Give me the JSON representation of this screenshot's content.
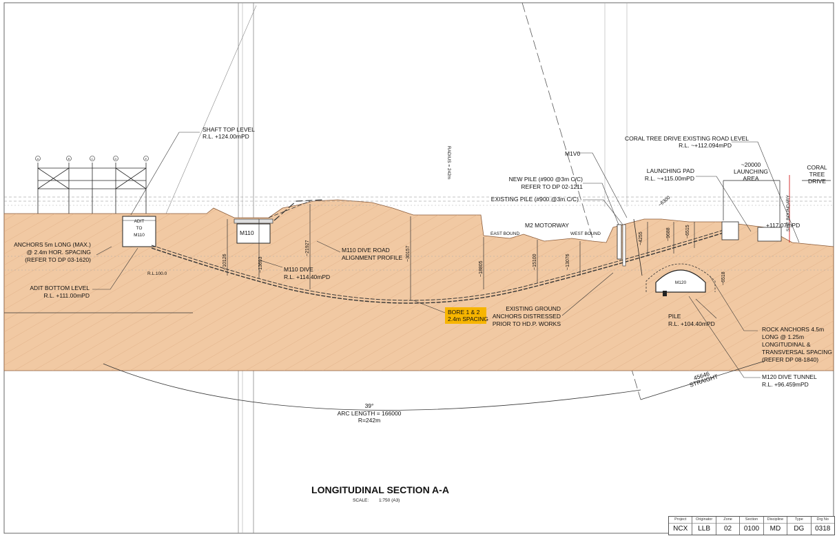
{
  "drawing": {
    "title": "LONGITUDINAL SECTION A-A",
    "scale_label": "SCALE:",
    "scale_value": "1:750 (A3)"
  },
  "labels": {
    "shaft_top": [
      "SHAFT TOP LEVEL",
      "R.L. +124.00mPD"
    ],
    "adit": [
      "ADIT",
      "TO",
      "M110"
    ],
    "anchors": [
      "ANCHORS 5m LONG (MAX.)",
      "@ 2.4m HOR. SPACING",
      "(REFER TO DP 03-1620)"
    ],
    "adit_bottom": [
      "ADIT BOTTOM LEVEL",
      "R.L. +111.00mPD"
    ],
    "rl100": "R.L.100.0",
    "m110": "M110",
    "m110_dive": [
      "M110 DIVE",
      "R.L. +114.40mPD"
    ],
    "m110_profile": [
      "M110 DIVE ROAD",
      "ALIGNMENT PROFILE"
    ],
    "radius": "RADIUS = 242m",
    "bore": [
      "BORE 1 & 2",
      "2.4m SPACING"
    ],
    "m2": "M2 MOTORWAY",
    "east_bound": "EAST BOUND",
    "west_bound": "WEST BOUND",
    "existing_anchors": [
      "EXISTING GROUND",
      "ANCHORS DISTRESSED",
      "PRIOR TO HD.P. WORKS"
    ],
    "m1v0": "M1V0",
    "new_pile": [
      "NEW PILE (#900 @3m C/C)",
      "REFER TO DP 02-1211"
    ],
    "existing_pile": "EXISTING PILE (#900 @3m C/C)",
    "coral": [
      "CORAL TREE DRIVE EXISTING ROAD LEVEL",
      "R.L. ~+112.094mPD"
    ],
    "launch_pad": [
      "LAUNCHING PAD",
      "R.L. ~+115.00mPD"
    ],
    "launch_area": [
      "~20000",
      "LAUNCHING",
      "AREA"
    ],
    "site_boundary": "SITE BOUNDARY",
    "coral_tree_drive": [
      "CORAL",
      "TREE",
      "DRIVE"
    ],
    "rl_117": "+117.07mPD",
    "m120": "M120",
    "pile": [
      "PILE",
      "R.L. +104.40mPD"
    ],
    "rock_anchors": [
      "ROCK ANCHORS 4.5m",
      "LONG @ 1.25m",
      "LONGITUDINAL &",
      "TRANSVERSAL SPACING",
      "(REFER DP 08-1840)"
    ],
    "m120_dive": [
      "M120 DIVE TUNNEL",
      "R.L. +96.459mPD"
    ],
    "arc": [
      "39°",
      "ARC LENGTH = 166000",
      "R=242m"
    ],
    "straight": [
      "45646",
      "STRAIGHT"
    ]
  },
  "dimensions": {
    "d1": "~10126",
    "d2": "~13693",
    "d3": "~21927",
    "d4": "~30157",
    "d5": "~18805",
    "d6": "~15100",
    "d7": "~13076",
    "d8": "~6300",
    "d9": "~9688",
    "d10": "~6515",
    "d11": "~6518",
    "d12": "~4255"
  },
  "grid_bubbles": [
    "A",
    "B",
    "C",
    "D",
    "E"
  ],
  "title_block": {
    "headers": [
      "Project",
      "Originator",
      "Zone",
      "Section",
      "Discipline",
      "Type",
      "Drg No"
    ],
    "values": [
      "NCX",
      "LLB",
      "02",
      "0100",
      "MD",
      "DG",
      "0318"
    ]
  },
  "colors": {
    "soil": "#f1c9a3",
    "soil_line": "#8a5a38",
    "highlight": "#f7b500"
  }
}
